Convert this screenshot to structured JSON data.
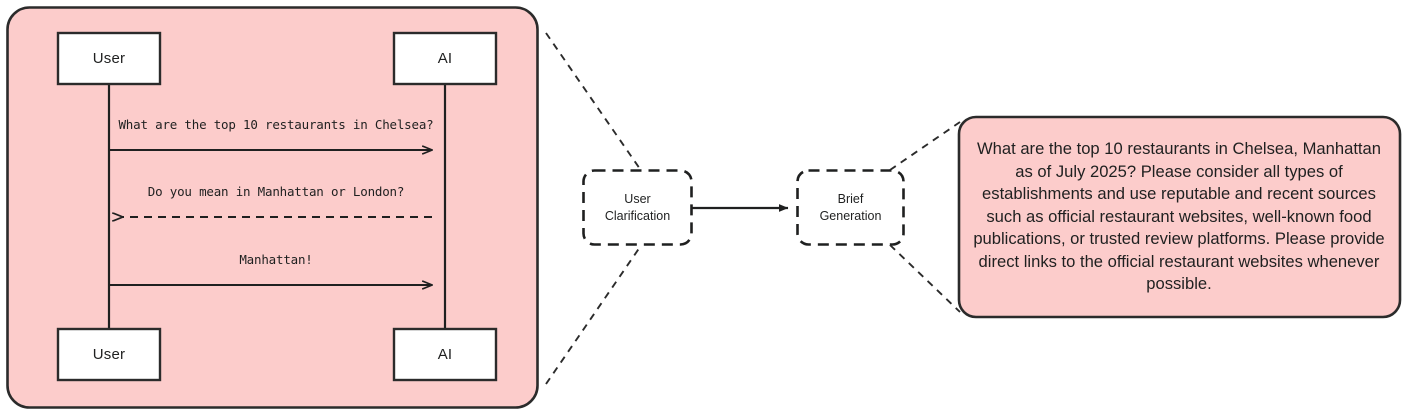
{
  "diagram": {
    "title": "User Clarification to Brief Generation flow",
    "colors": {
      "panel_fill": "#FCCCCB",
      "panel_stroke": "#2b2b2b",
      "box_fill": "#ffffff",
      "box_stroke": "#2b2b2b",
      "line": "#1f2020",
      "text": "#1f2020"
    }
  },
  "sequence_panel": {
    "name": "sequence-diagram-panel",
    "participants": [
      {
        "id": "user",
        "label": "User"
      },
      {
        "id": "ai",
        "label": "AI"
      }
    ],
    "footer_participants": [
      {
        "id": "user",
        "label": "User"
      },
      {
        "id": "ai",
        "label": "AI"
      }
    ],
    "messages": [
      {
        "id": "msg-1",
        "text": "What are the top 10 restaurants in Chelsea?",
        "from": "user",
        "to": "ai",
        "style": "solid",
        "direction": "right"
      },
      {
        "id": "msg-2",
        "text": "Do you mean in Manhattan or London?",
        "from": "ai",
        "to": "user",
        "style": "dashed",
        "direction": "left"
      },
      {
        "id": "msg-3",
        "text": "Manhattan!",
        "from": "user",
        "to": "ai",
        "style": "solid",
        "direction": "right"
      }
    ]
  },
  "flow": {
    "nodes": [
      {
        "id": "user-clarification",
        "line1": "User",
        "line2": "Clarification"
      },
      {
        "id": "brief-generation",
        "line1": "Brief",
        "line2": "Generation"
      }
    ],
    "edge": {
      "id": "clarification-to-brief",
      "style": "solid",
      "direction": "right",
      "label": ""
    }
  },
  "brief_callout": {
    "name": "brief-callout",
    "text": "What are the top 10 restaurants in Chelsea, Manhattan as of July 2025? Please consider all types of establishments and use reputable and recent sources such as official restaurant websites, well-known food publications, or trusted review platforms. Please provide direct links to the official restaurant websites whenever possible."
  }
}
